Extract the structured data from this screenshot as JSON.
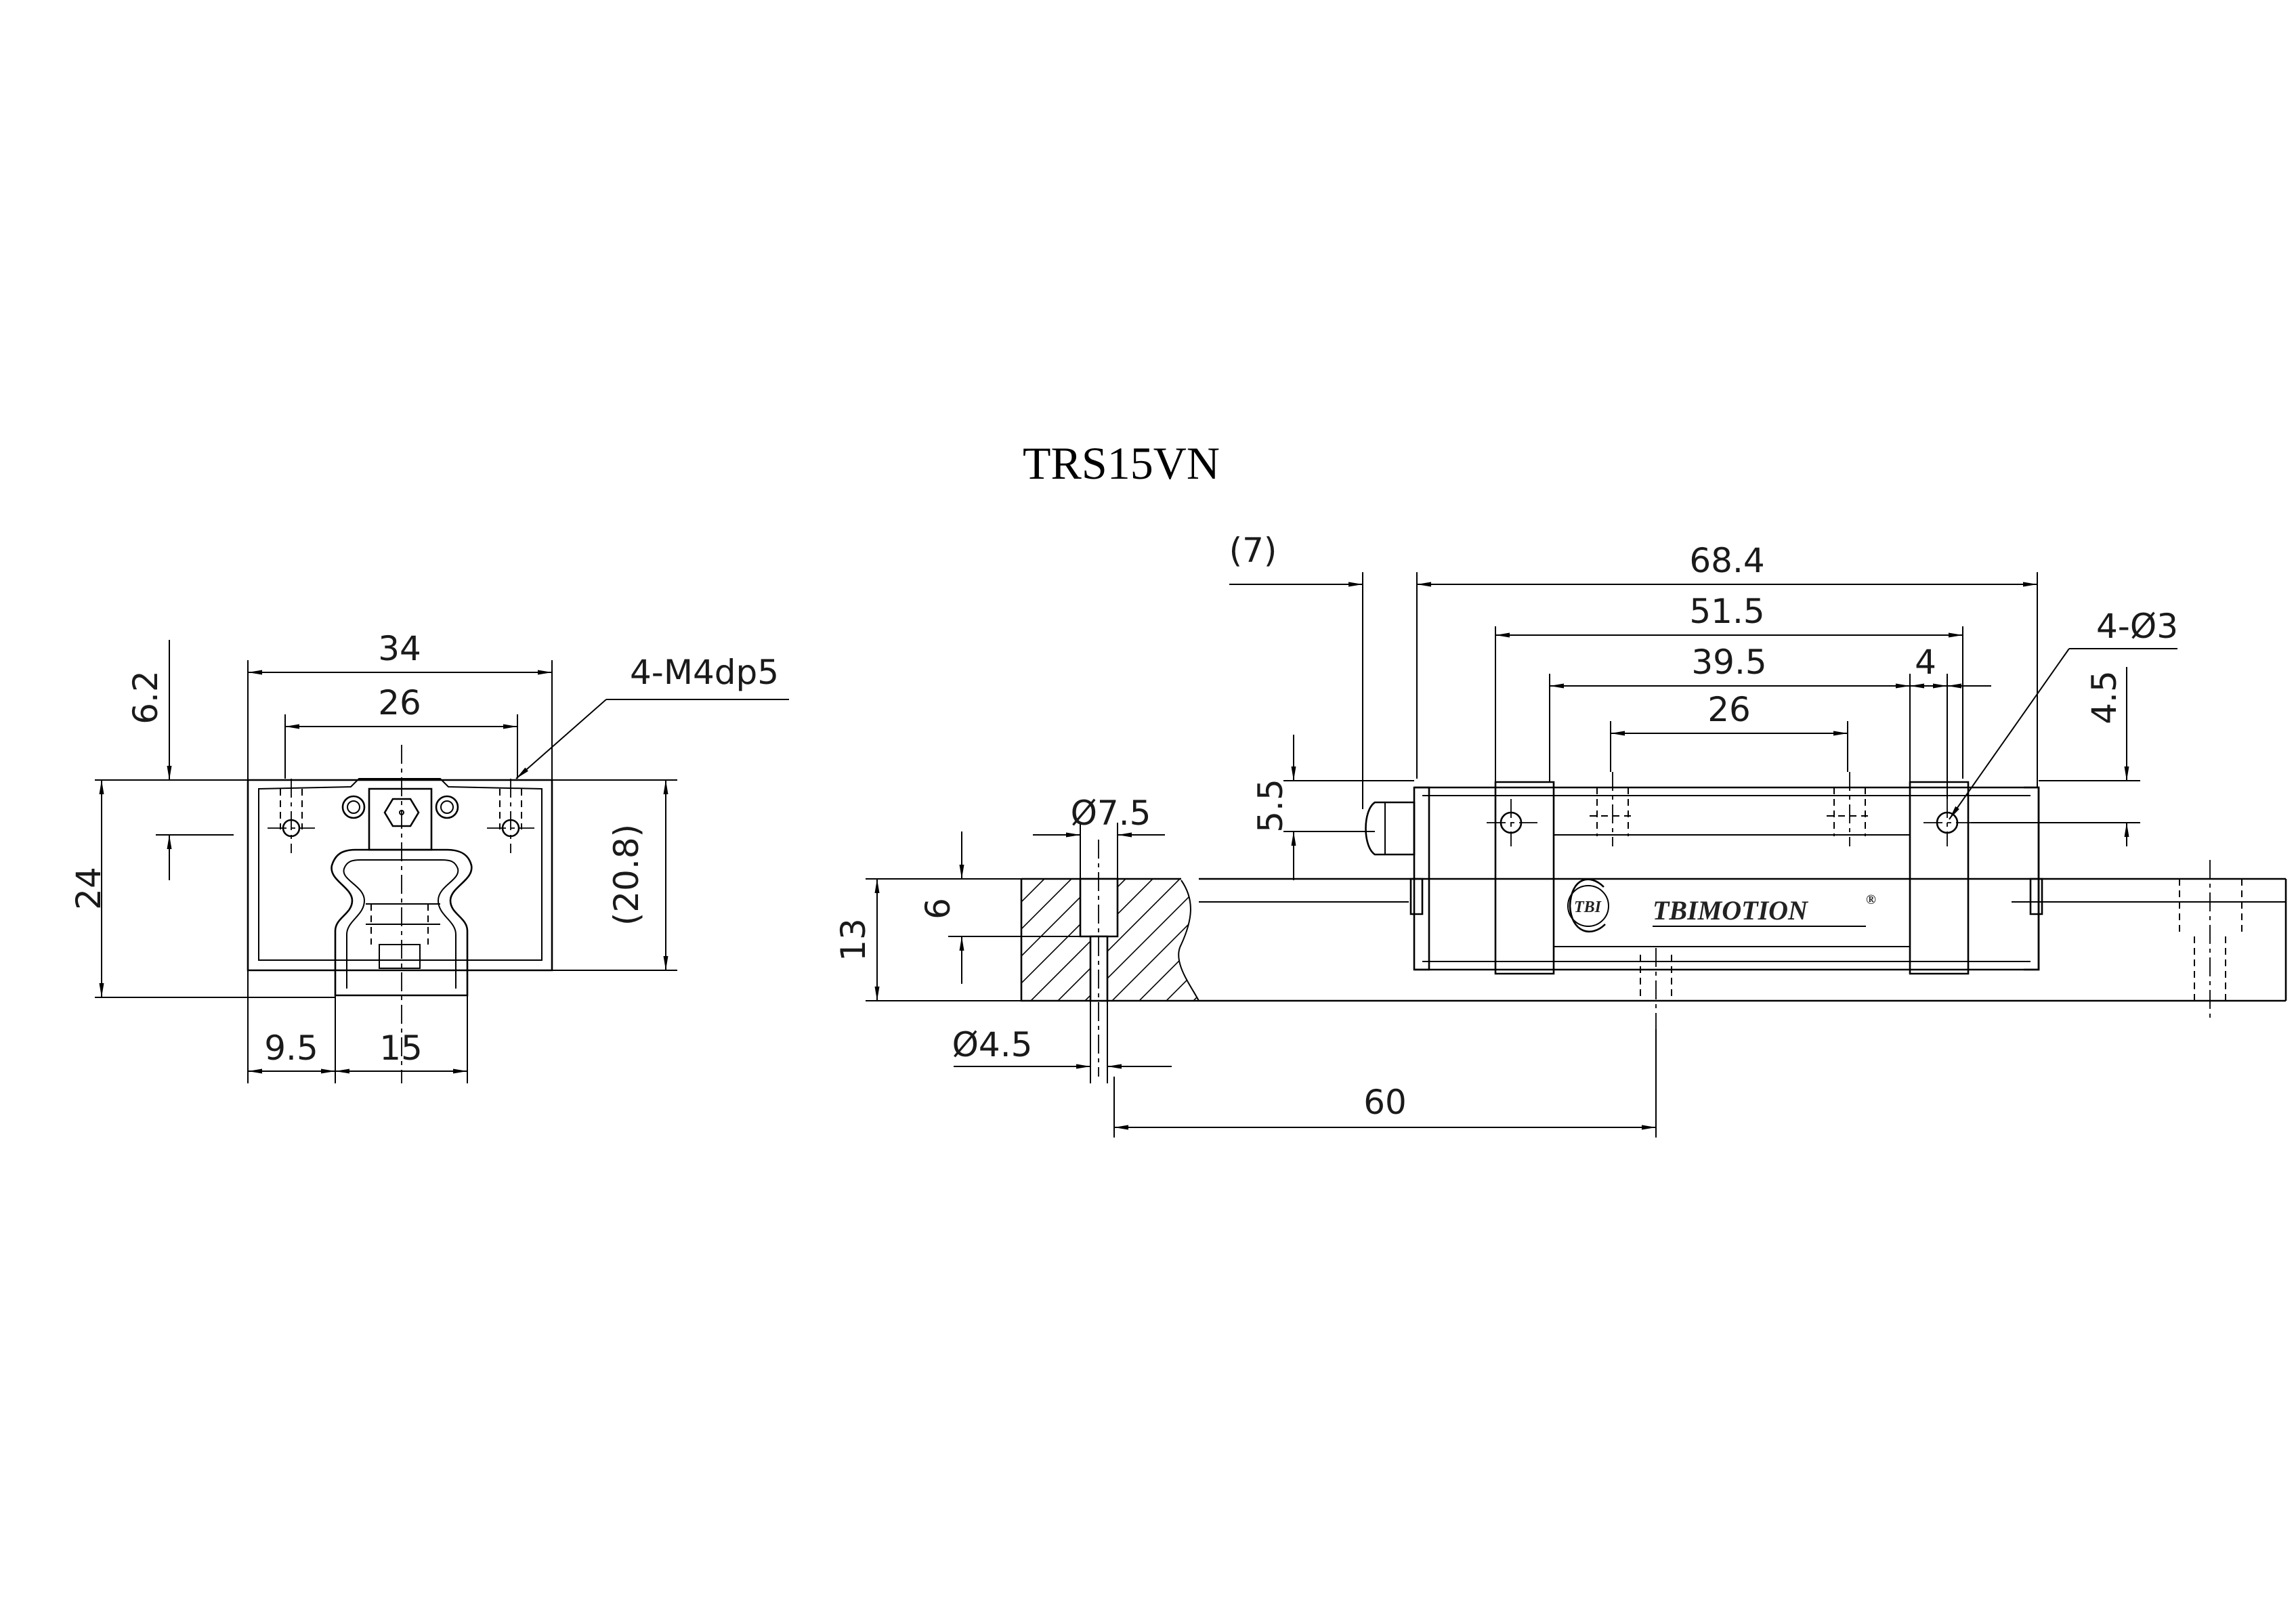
{
  "title": "TRS15VN",
  "brand": {
    "name": "TBIMOTION",
    "logo_text": "TBI",
    "registered_mark": "®"
  },
  "front_view": {
    "dims": {
      "width_total": "34",
      "hole_spacing": "26",
      "height_total": "24",
      "top_offset": "6.2",
      "height_ref": "(20.8)",
      "rail_offset": "9.5",
      "rail_width": "15",
      "tap_holes": "4-M4dp5"
    }
  },
  "side_view": {
    "dims": {
      "seal_ref": "(7)",
      "length_total": "68.4",
      "body_length": "51.5",
      "hole_spacing_long": "39.5",
      "hole_spacing": "26",
      "edge_offset": "4",
      "grease_holes": "4-Ø3",
      "grease_height": "4.5",
      "nipple_height": "5.5",
      "counterbore_dia": "Ø7.5",
      "counterbore_depth": "6",
      "rail_height": "13",
      "bolt_hole_dia": "Ø4.5",
      "pitch": "60"
    }
  }
}
